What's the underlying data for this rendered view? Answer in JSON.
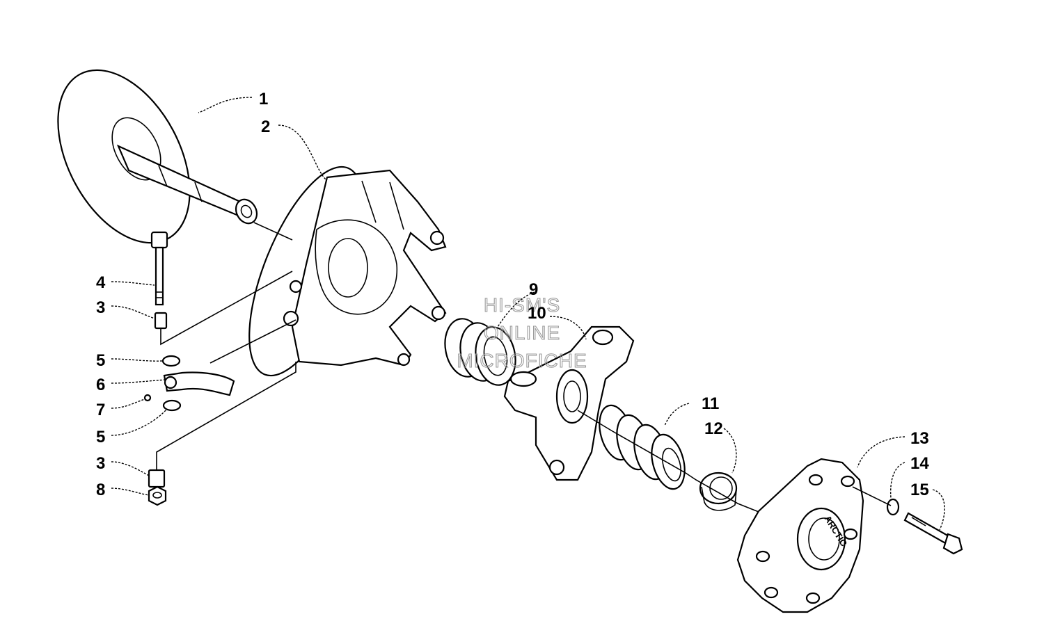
{
  "callouts": [
    {
      "id": "c1",
      "label": "1"
    },
    {
      "id": "c2",
      "label": "2"
    },
    {
      "id": "c4",
      "label": "4"
    },
    {
      "id": "c3a",
      "label": "3"
    },
    {
      "id": "c5a",
      "label": "5"
    },
    {
      "id": "c6",
      "label": "6"
    },
    {
      "id": "c7",
      "label": "7"
    },
    {
      "id": "c5b",
      "label": "5"
    },
    {
      "id": "c3b",
      "label": "3"
    },
    {
      "id": "c8",
      "label": "8"
    },
    {
      "id": "c9",
      "label": "9"
    },
    {
      "id": "c10",
      "label": "10"
    },
    {
      "id": "c11",
      "label": "11"
    },
    {
      "id": "c12",
      "label": "12"
    },
    {
      "id": "c13",
      "label": "13"
    },
    {
      "id": "c14",
      "label": "14"
    },
    {
      "id": "c15",
      "label": "15"
    }
  ],
  "watermark": {
    "line1": "HI-SM'S",
    "line2": "ONLINE",
    "line3": "MICROFICHE"
  },
  "cover_cast_text": "ARCTIC"
}
